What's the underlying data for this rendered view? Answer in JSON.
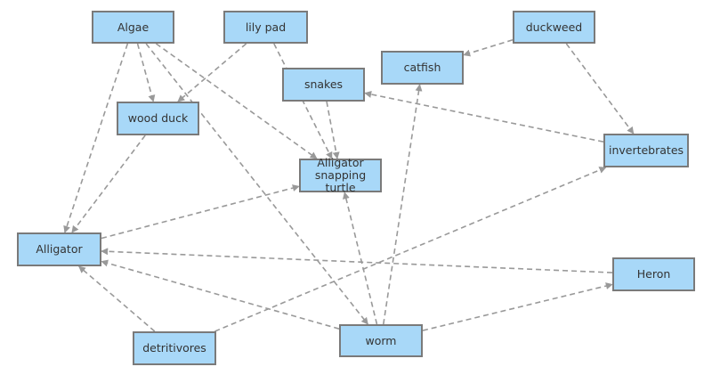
{
  "nodes": {
    "algae": "Algae",
    "lily_pad": "lily pad",
    "duckweed": "duckweed",
    "catfish": "catfish",
    "snakes": "snakes",
    "wood_duck": "wood duck",
    "invertebrates": "invertebrates",
    "alligator_snapping_turtle": "Alligator\nsnapping turtle",
    "alligator": "Alligator",
    "heron": "Heron",
    "worm": "worm",
    "detritivores": "detritivores"
  },
  "edges": [
    {
      "from": "algae",
      "to": "wood_duck"
    },
    {
      "from": "algae",
      "to": "alligator"
    },
    {
      "from": "algae",
      "to": "alligator_snapping_turtle"
    },
    {
      "from": "algae",
      "to": "worm"
    },
    {
      "from": "lily_pad",
      "to": "wood_duck"
    },
    {
      "from": "lily_pad",
      "to": "alligator_snapping_turtle"
    },
    {
      "from": "duckweed",
      "to": "catfish"
    },
    {
      "from": "duckweed",
      "to": "invertebrates"
    },
    {
      "from": "snakes",
      "to": "alligator_snapping_turtle"
    },
    {
      "from": "invertebrates",
      "to": "snakes"
    },
    {
      "from": "wood_duck",
      "to": "alligator"
    },
    {
      "from": "alligator",
      "to": "alligator_snapping_turtle"
    },
    {
      "from": "worm",
      "to": "catfish"
    },
    {
      "from": "worm",
      "to": "alligator_snapping_turtle"
    },
    {
      "from": "worm",
      "to": "alligator"
    },
    {
      "from": "worm",
      "to": "heron"
    },
    {
      "from": "heron",
      "to": "alligator"
    },
    {
      "from": "detritivores",
      "to": "alligator"
    },
    {
      "from": "detritivores",
      "to": "invertebrates"
    }
  ],
  "colors": {
    "node_fill": "#a8d8f8",
    "node_border": "#7a7a7a",
    "edge": "#999999",
    "text": "#333333"
  }
}
